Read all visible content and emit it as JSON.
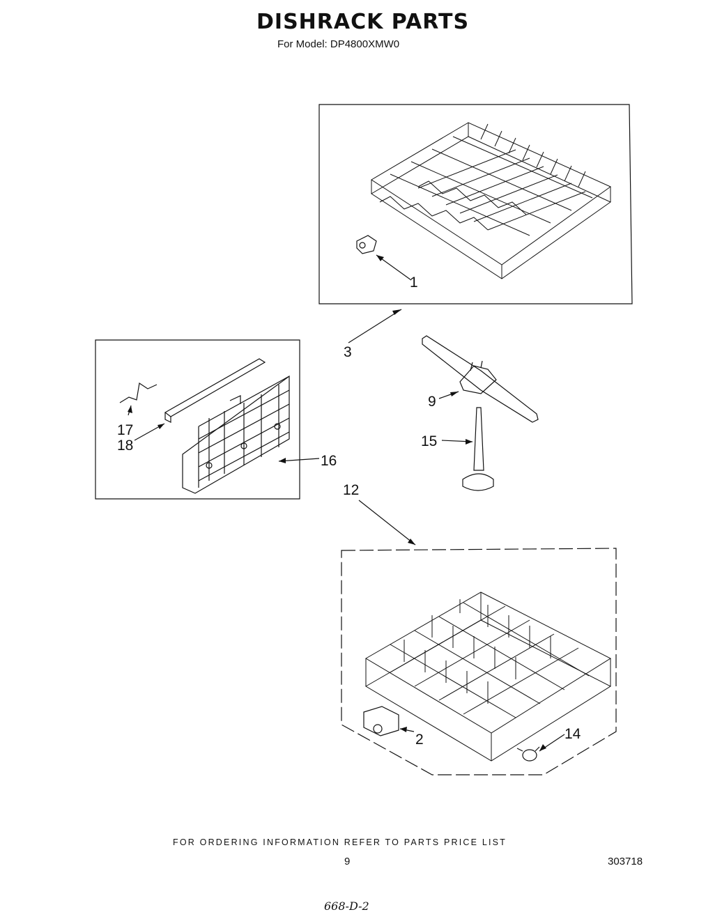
{
  "header": {
    "title": "DISHRACK PARTS",
    "subtitle": "For Model: DP4800XMW0"
  },
  "callouts": [
    {
      "id": "1",
      "label": "1"
    },
    {
      "id": "3",
      "label": "3"
    },
    {
      "id": "9",
      "label": "9"
    },
    {
      "id": "15",
      "label": "15"
    },
    {
      "id": "17",
      "label": "17"
    },
    {
      "id": "18",
      "label": "18"
    },
    {
      "id": "16",
      "label": "16"
    },
    {
      "id": "12",
      "label": "12"
    },
    {
      "id": "2",
      "label": "2"
    },
    {
      "id": "14",
      "label": "14"
    }
  ],
  "footer": {
    "ordering_note": "FOR ORDERING INFORMATION REFER TO PARTS PRICE LIST",
    "page_number": "9",
    "document_number": "303718",
    "handwritten_note": "668-D-2"
  }
}
